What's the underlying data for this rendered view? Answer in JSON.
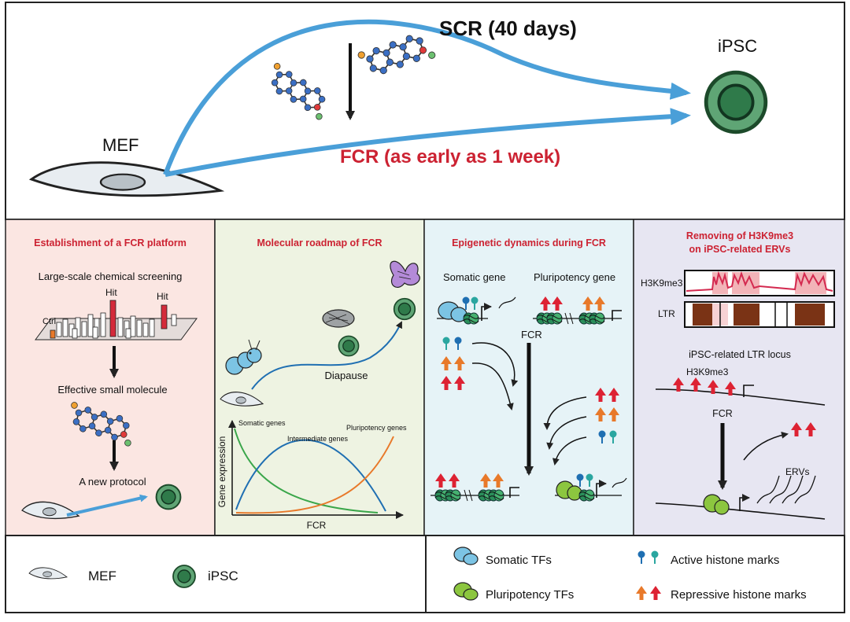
{
  "top": {
    "scr_label": "SCR (40 days)",
    "fcr_label": "FCR (as early as 1 week)",
    "mef_label": "MEF",
    "ipsc_label": "iPSC"
  },
  "panel1": {
    "title": "Establishment of a FCR platform",
    "screening_label": "Large-scale chemical screening",
    "hit_label_1": "Hit",
    "hit_label_2": "Hit",
    "ctrl_label": "Ctrl",
    "effective_label": "Effective small molecule",
    "protocol_label": "A new protocol"
  },
  "panel2": {
    "title": "Molecular roadmap of FCR",
    "diapause_label": "Diapause",
    "ylabel": "Gene expression",
    "xlabel": "FCR",
    "somatic_label": "Somatic genes",
    "intermediate_label": "Intermediate genes",
    "pluripotency_label": "Pluripotency genes"
  },
  "panel3": {
    "title": "Epigenetic dynamics during FCR",
    "somatic_gene_label": "Somatic gene",
    "pluripotency_gene_label": "Pluripotency gene",
    "fcr_label": "FCR"
  },
  "panel4": {
    "title_line1": "Removing of H3K9me3",
    "title_line2": "on iPSC-related ERVs",
    "track1_label": "H3K9me3",
    "track2_label": "LTR",
    "locus_label": "iPSC-related LTR locus",
    "mark_label": "H3K9me3",
    "fcr_label": "FCR",
    "ervs_label": "ERVs"
  },
  "legend": {
    "mef_label": "MEF",
    "ipsc_label": "iPSC",
    "somatic_tfs_label": "Somatic TFs",
    "pluripotency_tfs_label": "Pluripotency TFs",
    "active_marks_label": "Active histone marks",
    "repressive_marks_label": "Repressive histone marks"
  },
  "colors": {
    "blue_arrow": "#4a9fd8",
    "fcr_red": "#cc2232",
    "panel1_bg": "#fbe6e2",
    "panel2_bg": "#eef3e2",
    "panel3_bg": "#e6f3f7",
    "panel4_bg": "#e7e6f2",
    "ipsc_green": "#5fa575",
    "somatic_tf_blue": "#7cc4e4",
    "pluri_tf_green": "#8cc63f",
    "repressive_red": "#dd2233",
    "repressive_orange": "#e8792a",
    "active_blue": "#1f6fb2",
    "active_teal": "#2aa6a0"
  }
}
